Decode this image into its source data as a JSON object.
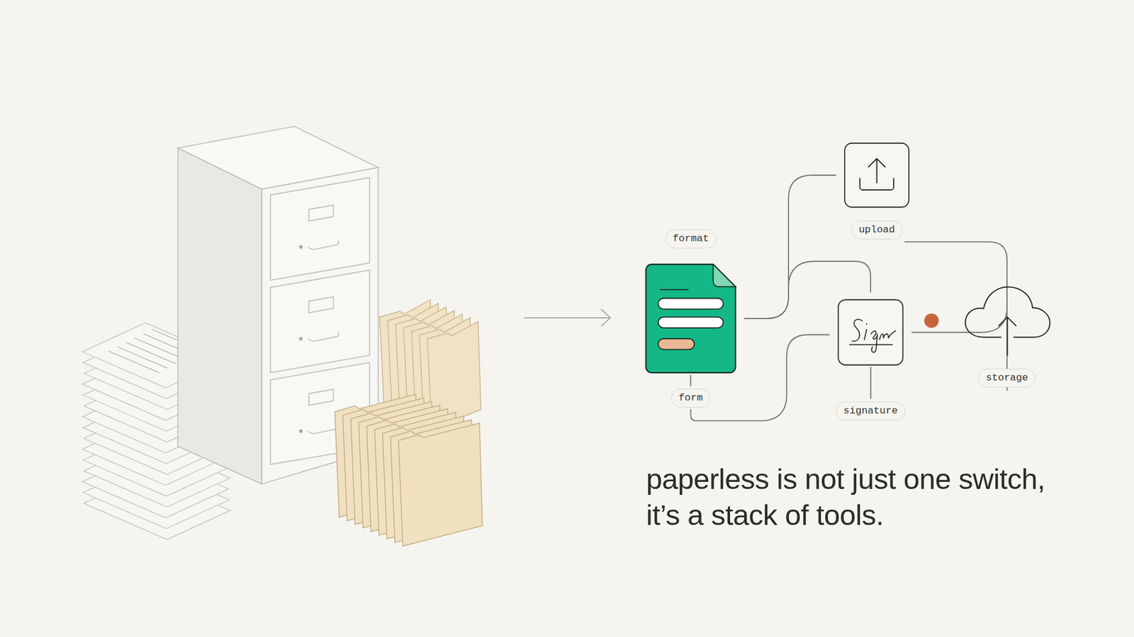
{
  "diagram": {
    "caption": "paperless is not just one switch, it’s a stack of tools.",
    "nodes": [
      {
        "text": [
          "format",
          "form"
        ]
      },
      {
        "text": [
          "upload"
        ]
      },
      {
        "text": [
          "signature"
        ]
      },
      {
        "text": [
          "storage"
        ]
      }
    ],
    "edges": [
      {
        "from": 0,
        "to": 1,
        "arrow": "none"
      },
      {
        "from": 1,
        "to": 3,
        "arrow": "none"
      },
      {
        "from": 0,
        "to": 2,
        "arrow": "none"
      },
      {
        "from": 0,
        "to": 2,
        "arrow": "none"
      },
      {
        "from": 2,
        "to": 3,
        "arrow": "none"
      }
    ]
  }
}
